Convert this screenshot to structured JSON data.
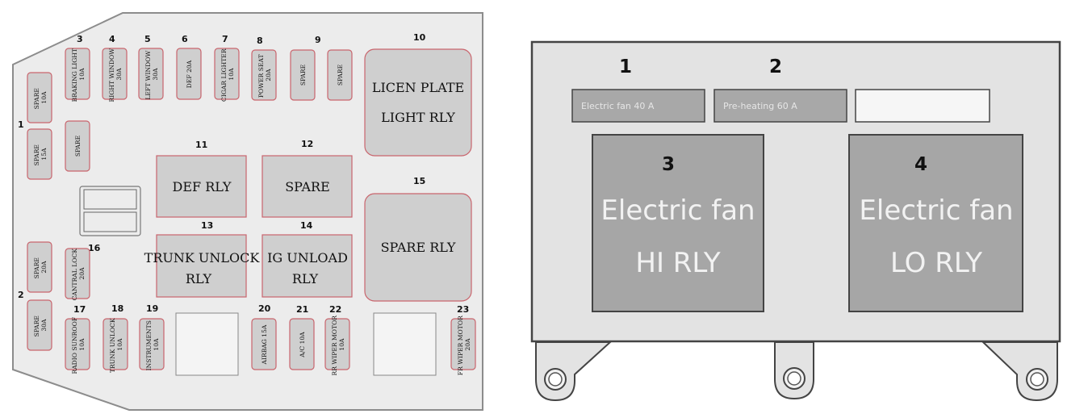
{
  "left_box": {
    "numbers": [
      "1",
      "2",
      "3",
      "4",
      "5",
      "6",
      "7",
      "8",
      "9",
      "10",
      "11",
      "12",
      "13",
      "14",
      "15",
      "16",
      "17",
      "18",
      "19",
      "20",
      "21",
      "22",
      "23"
    ],
    "fuses": {
      "f1a": [
        "SPARE",
        "10A"
      ],
      "f1b": [
        "SPARE",
        "15A"
      ],
      "f1c": [
        "SPARE"
      ],
      "f3": [
        "BRAKING LIGHT",
        "10A"
      ],
      "f4": [
        "RIGHT WINDOW",
        "30A"
      ],
      "f5": [
        "LEFT WINDOW",
        "30A"
      ],
      "f6": [
        "DEF 20A"
      ],
      "f7": [
        "CIGAR LIGHTER",
        "10A"
      ],
      "f8": [
        "POWER SEAT",
        "20A"
      ],
      "f9a": [
        "SPARE"
      ],
      "f9b": [
        "SPARE"
      ],
      "f2a": [
        "SPARE",
        "20A"
      ],
      "f2b": [
        "SPARE",
        "30A"
      ],
      "f16": [
        "CANTRAL LOCK",
        "20A"
      ],
      "f17": [
        "RADIO SUNROOF",
        "10A"
      ],
      "f18": [
        "TRUNK UNLOCK",
        "10A"
      ],
      "f19": [
        "INSTRUMENTS",
        "10A"
      ],
      "f20": [
        "AIRBAG 15A"
      ],
      "f21": [
        "A/C 10A"
      ],
      "f22": [
        "RR WIPER MOTOR",
        "10A"
      ],
      "f23": [
        "FR WIPER MOTOR",
        "20A"
      ]
    },
    "relays": {
      "r10": [
        "LICEN PLATE",
        "LIGHT RLY"
      ],
      "r11": [
        "DEF RLY"
      ],
      "r12": [
        "SPARE"
      ],
      "r13": [
        "TRUNK UNLOCK",
        "RLY"
      ],
      "r14": [
        "IG UNLOAD",
        "RLY"
      ],
      "r15": [
        "SPARE RLY"
      ]
    }
  },
  "right_box": {
    "numbers": [
      "1",
      "2",
      "3",
      "4"
    ],
    "fuse1": "Electric fan 40 A",
    "fuse2": "Pre-heating 60 A",
    "relay3": [
      "Electric fan",
      "HI RLY"
    ],
    "relay4": [
      "Electric fan",
      "LO RLY"
    ]
  }
}
